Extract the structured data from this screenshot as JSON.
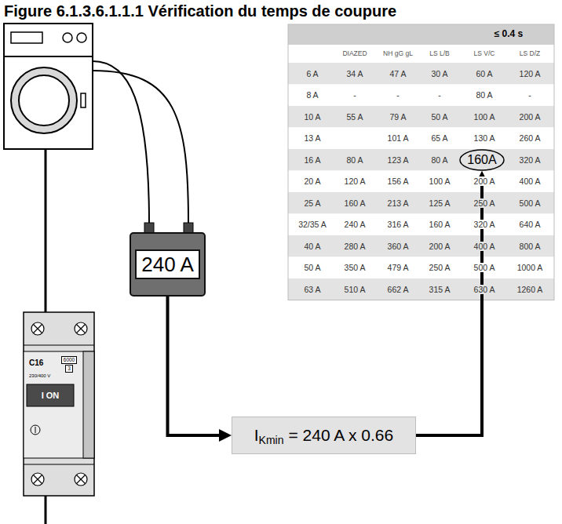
{
  "diagram": {
    "title": "Figure 6.1.3.6.1.1.1 Vérification du temps de coupure",
    "nodes": [
      {
        "text": [
          "160A"
        ]
      },
      {
        "text": [
          "240 A"
        ]
      },
      {
        "text": [
          "I",
          "Kmin",
          "= 240 A x 0.66"
        ]
      }
    ],
    "edges": [
      {
        "from": 1,
        "to": 2,
        "arrow": "to"
      },
      {
        "from": 2,
        "to": 0,
        "arrow": "to"
      }
    ],
    "labels": [
      "C16",
      "6000",
      "3",
      "230/400 V",
      "I ON",
      "≤ 0.4 s",
      "DIAZED",
      "NH gG gL",
      "LS L/B",
      "LS V/C",
      "LS D/Z",
      "6 A",
      "34 A",
      "47 A",
      "30 A",
      "60 A",
      "120 A",
      "8 A",
      "-",
      "-",
      "-",
      "80 A",
      "-",
      "10 A",
      "55 A",
      "79 A",
      "50 A",
      "100 A",
      "200 A",
      "13 A",
      "101 A",
      "65 A",
      "130 A",
      "260 A",
      "16 A",
      "80 A",
      "123 A",
      "80 A",
      "320 A",
      "20 A",
      "120 A",
      "156 A",
      "100 A",
      "200 A",
      "400 A",
      "25 A",
      "160 A",
      "213 A",
      "125 A",
      "250 A",
      "500 A",
      "32/35 A",
      "240 A",
      "316 A",
      "160 A",
      "320 A",
      "640 A",
      "40 A",
      "280 A",
      "360 A",
      "200 A",
      "400 A",
      "800 A",
      "50 A",
      "350 A",
      "479 A",
      "250 A",
      "500 A",
      "1000 A",
      "63 A",
      "510 A",
      "662 A",
      "315 A",
      "630 A",
      "1260 A"
    ]
  }
}
